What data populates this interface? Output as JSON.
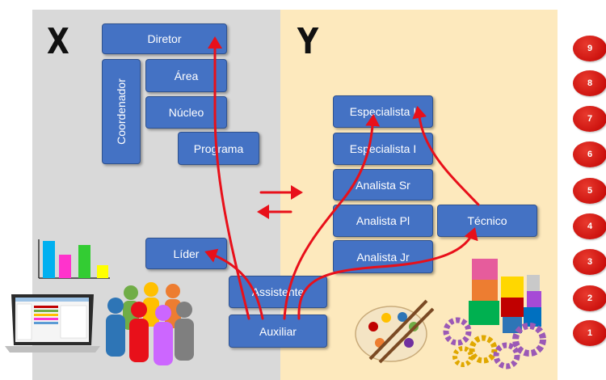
{
  "labels": {
    "x": "X",
    "y": "Y"
  },
  "left_track": {
    "diretor": "Diretor",
    "coordenador": "Coordenador",
    "area": "Área",
    "nucleo": "Núcleo",
    "programa": "Programa",
    "lider": "Líder"
  },
  "shared": {
    "assistente": "Assistente",
    "auxiliar": "Auxiliar"
  },
  "right_track": {
    "especialista_1": "Especialista I",
    "especialista_2": "Especialista I",
    "analista_sr": "Analista Sr",
    "analista_pl": "Analista Pl",
    "analista_jr": "Analista Jr",
    "tecnico": "Técnico"
  },
  "levels": [
    "9",
    "8",
    "7",
    "6",
    "5",
    "4",
    "3",
    "2",
    "1"
  ],
  "colors": {
    "panel_x": "#d9d9d9",
    "panel_y": "#fde9bd",
    "box": "#4472c4",
    "arrow": "#e8101a",
    "badge": "#c00000"
  },
  "icons": [
    "bar-chart-icon",
    "laptop-icon",
    "people-group-icon",
    "paint-palette-icon",
    "toy-blocks-icon",
    "gears-icon"
  ]
}
